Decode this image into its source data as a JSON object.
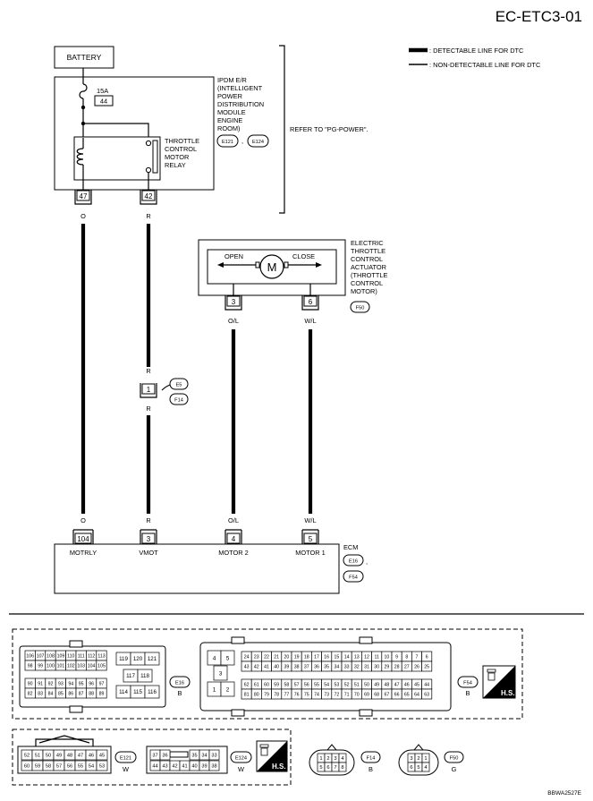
{
  "page_id": "EC-ETC3-01",
  "legend": {
    "detectable": ": DETECTABLE LINE FOR DTC",
    "non_detectable": ": NON-DETECTABLE LINE FOR DTC"
  },
  "battery": "BATTERY",
  "ipdm": {
    "lines": [
      "IPDM E/R",
      "(INTELLIGENT",
      "POWER",
      "DISTRIBUTION",
      "MODULE",
      "ENGINE",
      "ROOM)"
    ],
    "conn_a": "E121",
    "sep": ",",
    "conn_b": "E124",
    "fuse_rating": "15A",
    "fuse_no": "44",
    "relay_lines": [
      "THROTTLE",
      "CONTROL",
      "MOTOR",
      "RELAY"
    ],
    "terminal_47": "47",
    "terminal_42": "42"
  },
  "refer": "REFER TO \"PG-POWER\".",
  "actuator": {
    "lines": [
      "ELECTRIC",
      "THROTTLE",
      "CONTROL",
      "ACTUATOR",
      "(THROTTLE",
      "CONTROL",
      "MOTOR)"
    ],
    "connector": "F50",
    "open": "OPEN",
    "close": "CLOSE",
    "motor": "M",
    "terminal_3": "3",
    "terminal_6": "6"
  },
  "wires": {
    "o": "O",
    "r": "R",
    "ol": "O/L",
    "wl": "W/L"
  },
  "joint": {
    "pin": "1",
    "conn_a": "E5",
    "conn_b": "F14"
  },
  "ecm": {
    "label": "ECM",
    "conn_a": "E16",
    "sep": ",",
    "conn_b": "F54",
    "terminals": [
      {
        "pin": "104",
        "name": "MOTRLY"
      },
      {
        "pin": "3",
        "name": "VMOT"
      },
      {
        "pin": "4",
        "name": "MOTOR 2"
      },
      {
        "pin": "5",
        "name": "MOTOR 1"
      }
    ]
  },
  "connectors": {
    "e16": {
      "id": "E16",
      "color": "B",
      "left_rows": [
        [
          "106",
          "107",
          "108",
          "109",
          "110",
          "111",
          "112",
          "113"
        ],
        [
          "98",
          "99",
          "100",
          "101",
          "102",
          "103",
          "104",
          "105"
        ],
        [
          "90",
          "91",
          "92",
          "93",
          "94",
          "95",
          "96",
          "97"
        ],
        [
          "82",
          "83",
          "84",
          "85",
          "86",
          "87",
          "88",
          "89"
        ]
      ],
      "mid_top": [
        "119",
        "120",
        "121"
      ],
      "mid_single": [
        "117",
        "118"
      ],
      "mid_bottom": [
        "114",
        "115",
        "116"
      ]
    },
    "f54": {
      "id": "F54",
      "color": "B",
      "left_grid": [
        "4",
        "5",
        "3",
        "1",
        "2"
      ],
      "rows": [
        [
          "24",
          "23",
          "22",
          "21",
          "20",
          "19",
          "18",
          "17",
          "16",
          "15",
          "14",
          "13",
          "12",
          "11",
          "10",
          "9",
          "8",
          "7",
          "6"
        ],
        [
          "43",
          "42",
          "41",
          "40",
          "39",
          "38",
          "37",
          "36",
          "35",
          "34",
          "33",
          "32",
          "31",
          "30",
          "29",
          "28",
          "27",
          "26",
          "25"
        ],
        [
          "62",
          "61",
          "60",
          "59",
          "58",
          "57",
          "56",
          "55",
          "54",
          "53",
          "52",
          "51",
          "50",
          "49",
          "48",
          "47",
          "46",
          "45",
          "44"
        ],
        [
          "81",
          "80",
          "79",
          "78",
          "77",
          "76",
          "75",
          "74",
          "73",
          "72",
          "71",
          "70",
          "69",
          "68",
          "67",
          "66",
          "65",
          "64",
          "63"
        ]
      ]
    },
    "hs_label": "H.S.",
    "e121": {
      "id": "E121",
      "color": "W",
      "rows": [
        [
          "52",
          "51",
          "50",
          "49",
          "48",
          "47",
          "46",
          "45"
        ],
        [
          "60",
          "59",
          "58",
          "57",
          "56",
          "55",
          "54",
          "53"
        ]
      ]
    },
    "e124": {
      "id": "E124",
      "color": "W",
      "rows": [
        [
          "37",
          "36",
          "35",
          "34",
          "33"
        ],
        [
          "44",
          "43",
          "42",
          "41",
          "40",
          "39",
          "38"
        ]
      ]
    },
    "f14": {
      "id": "F14",
      "color": "B",
      "rows": [
        [
          "1",
          "2",
          "3",
          "4"
        ],
        [
          "5",
          "6",
          "7",
          "8"
        ]
      ]
    },
    "f50": {
      "id": "F50",
      "color": "G",
      "rows": [
        [
          "3",
          "2",
          "1"
        ],
        [
          "6",
          "5",
          "4"
        ]
      ]
    }
  },
  "ref_code": "BBWA2527E"
}
